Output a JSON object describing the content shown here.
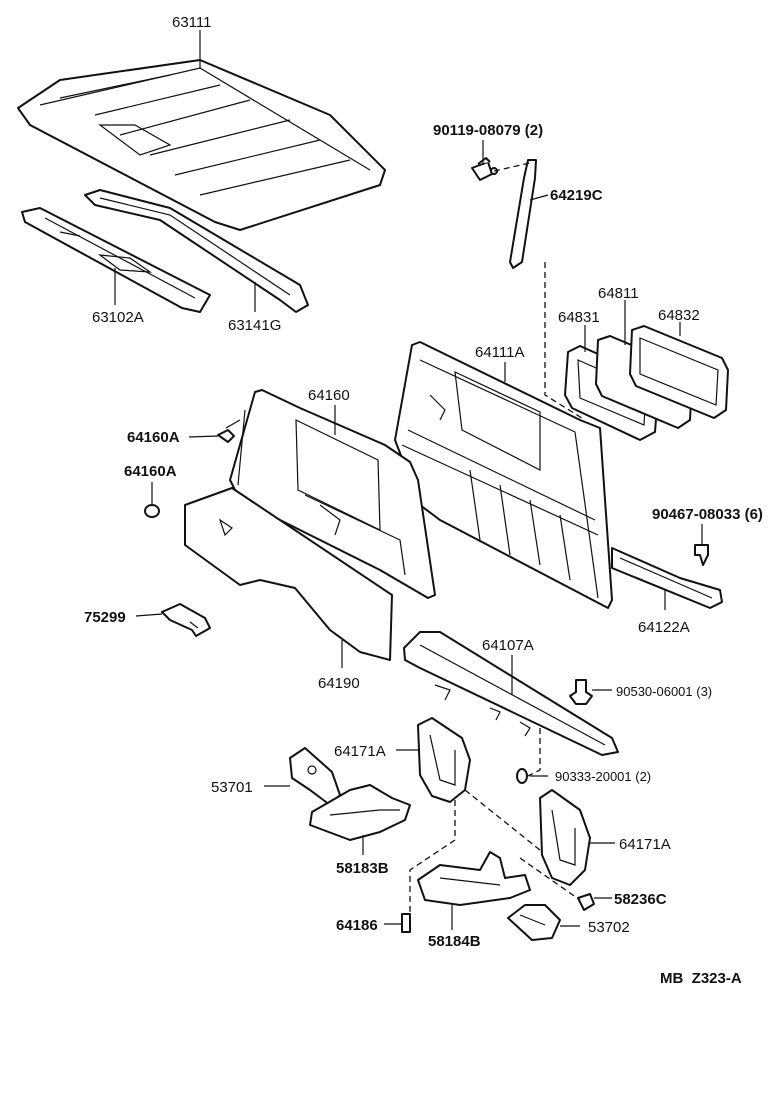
{
  "labels": {
    "p63111": "63111",
    "p63102A": "63102A",
    "p63141G": "63141G",
    "p90119": "90119-08079 (2)",
    "p64219C": "64219C",
    "p64811": "64811",
    "p64831": "64831",
    "p64832": "64832",
    "p64111A": "64111A",
    "p64160": "64160",
    "p64160A_1": "64160A",
    "p64160A_2": "64160A",
    "p90467": "90467-08033 (6)",
    "p64122A": "64122A",
    "p75299": "75299",
    "p64190": "64190",
    "p64107A": "64107A",
    "p90530": "90530-06001 (3)",
    "p64171A_1": "64171A",
    "p53701": "53701",
    "p90333": "90333-20001 (2)",
    "p64171A_2": "64171A",
    "p58183B": "58183B",
    "p58236C": "58236C",
    "p64186": "64186",
    "p58184B": "58184B",
    "p53702": "53702",
    "code": "MB  Z323-A"
  }
}
